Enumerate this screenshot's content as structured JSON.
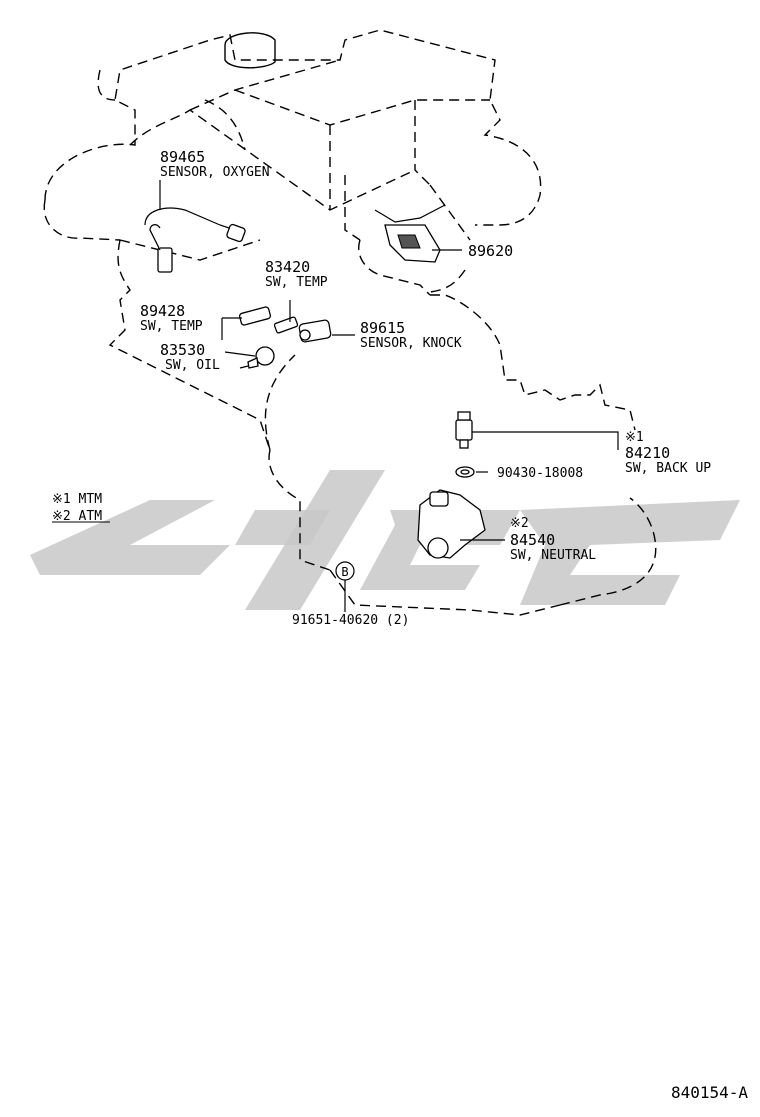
{
  "parts": {
    "oxygen_sensor": {
      "number": "89465",
      "name": "SENSOR, OXYGEN"
    },
    "ecu_sensor": {
      "number": "89620",
      "name": ""
    },
    "temp_switch_a": {
      "number": "83420",
      "name": "SW, TEMP"
    },
    "temp_switch_b": {
      "number": "89428",
      "name": "SW, TEMP"
    },
    "oil_switch": {
      "number": "83530",
      "name": "SW, OIL"
    },
    "knock_sensor": {
      "number": "89615",
      "name": "SENSOR, KNOCK"
    },
    "backup_switch": {
      "number": "84210",
      "name": "SW, BACK UP",
      "note": "※1"
    },
    "gasket": {
      "number": "90430-18008",
      "name": ""
    },
    "neutral_switch": {
      "number": "84540",
      "name": "SW, NEUTRAL",
      "note": "※2"
    },
    "bolt": {
      "number": "91651-40620 (2)",
      "name": ""
    }
  },
  "callout_b": "B",
  "legend": {
    "line1": "※1 MTM",
    "line2": "※2 ATM"
  },
  "diagram_code": "840154-A"
}
